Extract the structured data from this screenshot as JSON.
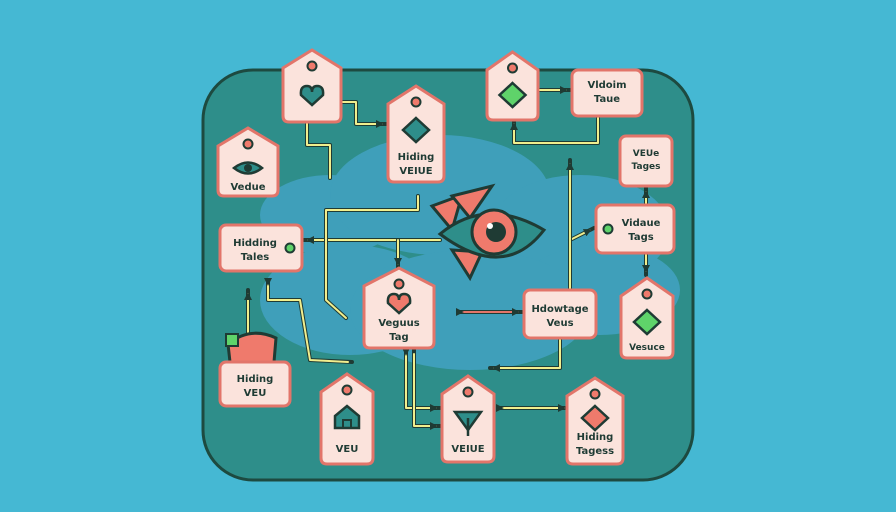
{
  "colors": {
    "background": "#45b8d3",
    "panel": "#2e8e8a",
    "panel_border": "#1d4a40",
    "cloud": "#3f9fba",
    "tag_fill": "#fbe3dc",
    "tag_border": "#e2756a",
    "outline": "#1f3b34",
    "arrow_yellow": "#f1ee8e",
    "arrow_red": "#e2756a",
    "eye_red": "#ef7a6c",
    "icon_green": "#5fd36a",
    "icon_teal": "#2e8e8a"
  },
  "tags": [
    {
      "id": "tag-heart-top",
      "lines": [],
      "icon": "heart-icon"
    },
    {
      "id": "tag-hiding-veiue",
      "lines": [
        "Hiding",
        "VEIUE"
      ],
      "icon": "diamond-icon"
    },
    {
      "id": "tag-diamond-top",
      "lines": [],
      "icon": "diamond-icon"
    },
    {
      "id": "tag-vldoim-taue",
      "lines": [
        "Vldoim",
        "Taue"
      ],
      "icon": null
    },
    {
      "id": "tag-vedue",
      "lines": [
        "Vedue"
      ],
      "icon": "eye-icon"
    },
    {
      "id": "tag-veue-tages",
      "lines": [
        "VEUe",
        "Tages"
      ],
      "icon": null
    },
    {
      "id": "tag-hidding-tales",
      "lines": [
        "Hidding",
        "Tales"
      ],
      "icon": null
    },
    {
      "id": "tag-vidaue-tags",
      "lines": [
        "Vidaue",
        "Tags"
      ],
      "icon": null
    },
    {
      "id": "tag-vegaus-tag",
      "lines": [
        "Veguus",
        "Tag"
      ],
      "icon": "heart-icon"
    },
    {
      "id": "tag-hdowtage-veus",
      "lines": [
        "Hdowtage",
        "Veus"
      ],
      "icon": null
    },
    {
      "id": "tag-vesuce",
      "lines": [
        "Vesuce"
      ],
      "icon": "diamond-icon"
    },
    {
      "id": "tag-hiding-veu",
      "lines": [
        "Hiding",
        "VEU"
      ],
      "icon": null
    },
    {
      "id": "tag-veu-house",
      "lines": [
        "VEU"
      ],
      "icon": "house-icon"
    },
    {
      "id": "tag-veiue-bottom",
      "lines": [
        "VEIUE"
      ],
      "icon": "spade-icon"
    },
    {
      "id": "tag-hiding-tagess",
      "lines": [
        "Hiding",
        "Tagess"
      ],
      "icon": "diamond-icon"
    }
  ],
  "center": {
    "icon": "eye-icon"
  }
}
